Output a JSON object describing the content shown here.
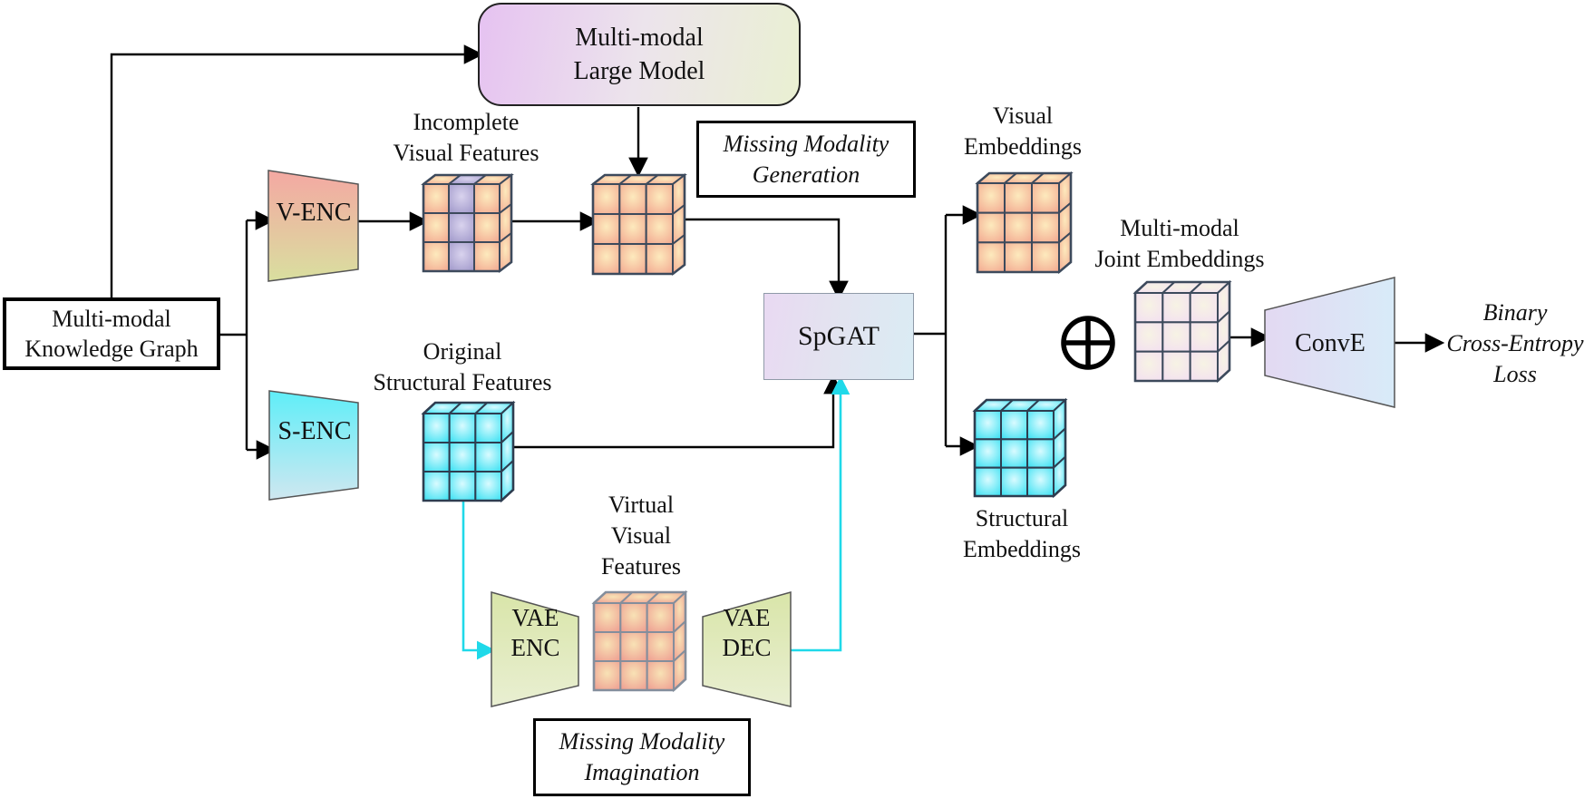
{
  "diagram": {
    "kg_box": {
      "line1": "Multi-modal",
      "line2": "Knowledge Graph"
    },
    "mlm_box": {
      "line1": "Multi-modal",
      "line2": "Large Model"
    },
    "incomplete_features": {
      "line1": "Incomplete",
      "line2": "Visual Features"
    },
    "original_features": {
      "line1": "Original",
      "line2": "Structural Features"
    },
    "virtual_features": {
      "line1": "Virtual",
      "line2": "Visual",
      "line3": "Features"
    },
    "mmg_box": {
      "line1": "Missing Modality",
      "line2": "Generation"
    },
    "mmi_box": {
      "line1": "Missing Modality",
      "line2": "Imagination"
    },
    "venc_label": "V-ENC",
    "senc_label": "S-ENC",
    "vae_enc": {
      "line1": "VAE",
      "line2": "ENC"
    },
    "vae_dec": {
      "line1": "VAE",
      "line2": "DEC"
    },
    "spgat_label": "SpGAT",
    "conve_label": "ConvE",
    "visual_embeddings": {
      "line1": "Visual",
      "line2": "Embeddings"
    },
    "structural_embeddings": {
      "line1": "Structural",
      "line2": "Embeddings"
    },
    "joint_embeddings": {
      "line1": "Multi-modal",
      "line2": "Joint Embeddings"
    },
    "loss": {
      "line1": "Binary",
      "line2": "Cross-Entropy",
      "line3": "Loss"
    },
    "plus_symbol": "⊕"
  },
  "colors": {
    "arrow_black": "#000000",
    "arrow_cyan": "#1fd9e9",
    "cube_outline": "#3d4a5c",
    "cube_outline_soft": "#848e9c",
    "palettes": {
      "orange": {
        "inner": "#fdeabd",
        "outer": "#f2a78f",
        "outline": "#3d4a5c"
      },
      "virtual": {
        "inner": "#f8e2b5",
        "outer": "#ee9c90",
        "outline": "#848e9c"
      },
      "cyan": {
        "inner": "#d9fbff",
        "outer": "#35e0f2",
        "outline": "#2e3d50"
      },
      "purple": {
        "inner": "#d9d3ee",
        "outer": "#9f97c9",
        "outline": "#3d4a5c"
      },
      "joint": {
        "inner": "#f7f3e4",
        "outer": "#f3dff1",
        "outline": "#3d4a5c"
      }
    },
    "venc_top": "#f4a8a2",
    "venc_bottom": "#d9df9f",
    "senc_top": "#5feef8",
    "senc_bottom": "#cfe7f0",
    "vae_top": "#d9e5a9",
    "vae_bottom": "#e9efd2",
    "spgat_left": "#e9d9f2",
    "spgat_right": "#daecf4",
    "conve_left": "#e3d9f2",
    "conve_right": "#d8ebf8",
    "mlm_left": "#e6c2f1",
    "mlm_right": "#eaf0d2"
  }
}
